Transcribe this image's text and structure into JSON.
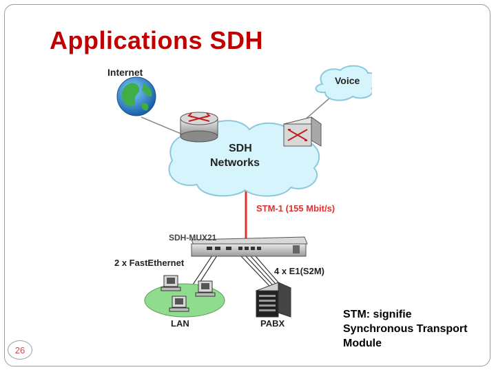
{
  "slide": {
    "title": "Applications SDH",
    "page_number": "26",
    "note_lines": [
      "STM: signifie",
      "Synchronous Transport",
      "Module"
    ]
  },
  "diagram": {
    "labels": {
      "internet": "Internet",
      "voice": "Voice",
      "sdh_line1": "SDH",
      "sdh_line2": "Networks",
      "stm_link": "STM-1 (155 Mbit/s)",
      "mux": "SDH-MUX21",
      "fast_ethernet": "2 x FastEthernet",
      "e1": "4 x E1(S2M)",
      "lan": "LAN",
      "pabx": "PABX"
    }
  },
  "colors": {
    "title": "#c00000",
    "link_red": "#e03030",
    "cloud_fill": "#d6f4fb",
    "cloud_stroke": "#8cc8dc",
    "lan_disk": "#8fdc8f",
    "page_number": "#c0504d"
  }
}
